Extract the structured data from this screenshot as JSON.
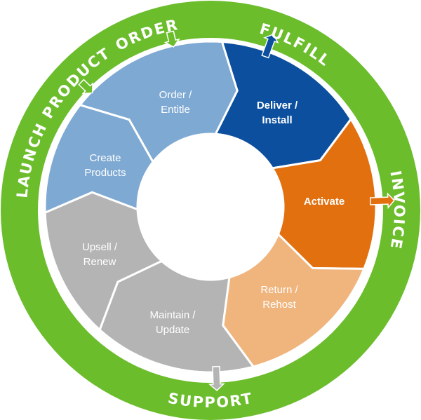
{
  "outer_ring": {
    "launch_product": "LAUNCH PRODUCT",
    "order": "ORDER",
    "fulfill": "FULFILL",
    "invoice": "INVOICE",
    "support": "SUPPORT"
  },
  "segments": [
    {
      "line1": "Order /",
      "line2": "Entitle",
      "color": "#7ea9d2",
      "text_color": "#ffffff"
    },
    {
      "line1": "Deliver /",
      "line2": "Install",
      "color": "#0b4f9e",
      "text_color": "#ffffff"
    },
    {
      "line1": "Activate",
      "line2": "",
      "color": "#e2700f",
      "text_color": "#ffffff"
    },
    {
      "line1": "Return /",
      "line2": "Rehost",
      "color": "#f0b47d",
      "text_color": "#ffffff"
    },
    {
      "line1": "Maintain /",
      "line2": "Update",
      "color": "#b4b4b4",
      "text_color": "#ffffff"
    },
    {
      "line1": "Upsell /",
      "line2": "Renew",
      "color": "#b4b4b4",
      "text_color": "#ffffff"
    },
    {
      "line1": "Create",
      "line2": "Products",
      "color": "#7ea9d2",
      "text_color": "#ffffff"
    }
  ],
  "colors": {
    "ring": "#6bbd2c",
    "background": "#ffffff"
  }
}
